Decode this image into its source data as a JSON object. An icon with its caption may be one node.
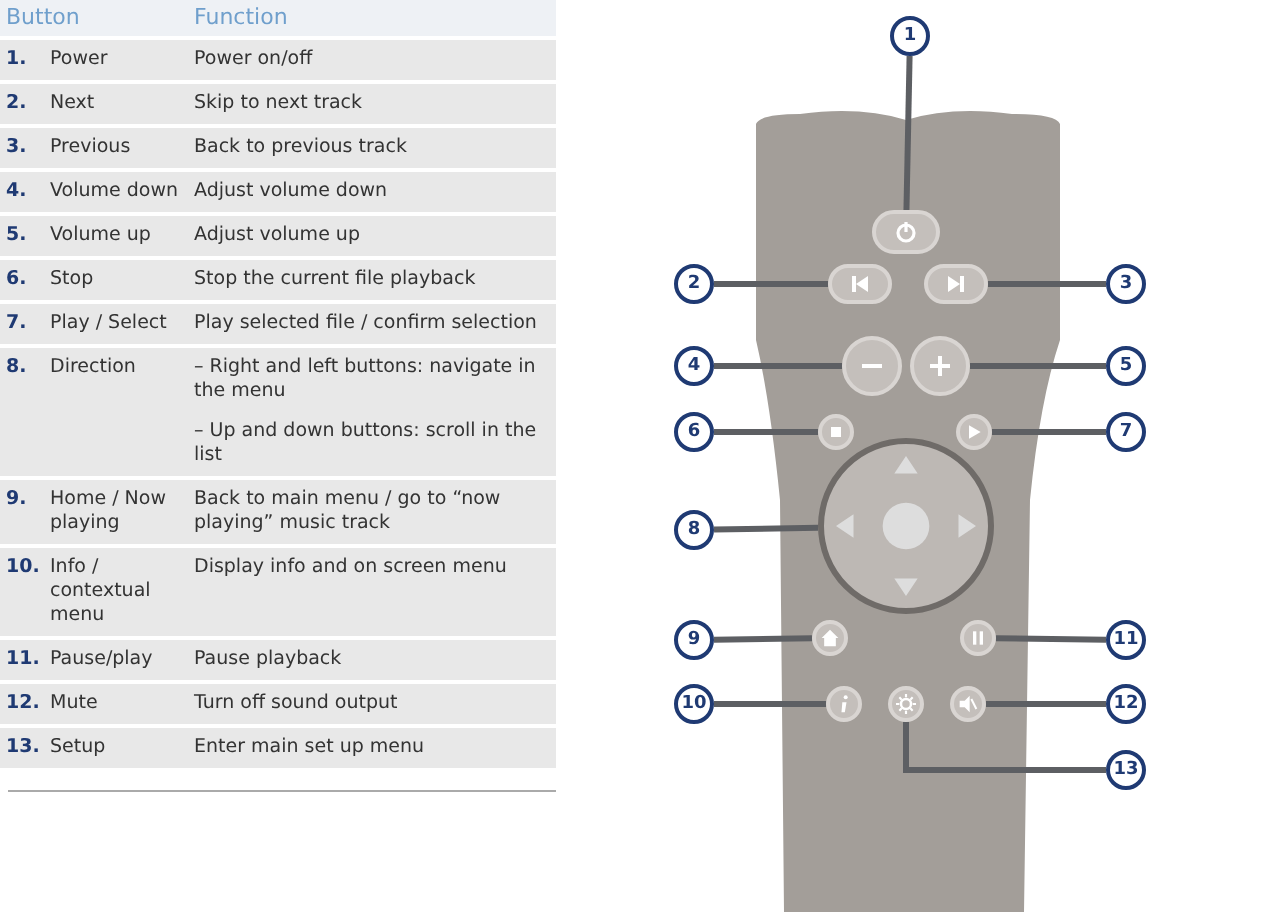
{
  "diagram": {
    "nodes": [
      {
        "text": [
          "1"
        ]
      },
      {
        "text": [
          "2"
        ]
      },
      {
        "text": [
          "3"
        ]
      },
      {
        "text": [
          "4"
        ]
      },
      {
        "text": [
          "5"
        ]
      },
      {
        "text": [
          "6"
        ]
      },
      {
        "text": [
          "7"
        ]
      },
      {
        "text": [
          "8"
        ]
      },
      {
        "text": [
          "9"
        ]
      },
      {
        "text": [
          "10"
        ]
      },
      {
        "text": [
          "11"
        ]
      },
      {
        "text": [
          "12"
        ]
      },
      {
        "text": [
          "13"
        ]
      },
      {
        "text": [],
        "shape": "oval"
      },
      {
        "text": [],
        "shape": "oval"
      },
      {
        "text": [],
        "shape": "oval"
      },
      {
        "text": [],
        "shape": "circle"
      },
      {
        "text": [],
        "shape": "circle"
      },
      {
        "text": [],
        "shape": "circle"
      },
      {
        "text": [],
        "shape": "circle"
      },
      {
        "text": [],
        "shape": "circle"
      },
      {
        "text": [],
        "shape": "circle"
      },
      {
        "text": [],
        "shape": "circle"
      },
      {
        "text": [],
        "shape": "circle"
      },
      {
        "text": [],
        "shape": "circle"
      },
      {
        "text": [],
        "shape": "circle"
      }
    ],
    "edges": [
      {
        "from": 0,
        "to": 13,
        "arrow": "none"
      },
      {
        "from": 1,
        "to": 14,
        "arrow": "none"
      },
      {
        "from": 2,
        "to": 15,
        "arrow": "none"
      },
      {
        "from": 3,
        "to": 16,
        "arrow": "none"
      },
      {
        "from": 4,
        "to": 17,
        "arrow": "none"
      },
      {
        "from": 5,
        "to": 18,
        "arrow": "none"
      },
      {
        "from": 6,
        "to": 19,
        "arrow": "none"
      },
      {
        "from": 7,
        "to": 20,
        "arrow": "none"
      },
      {
        "from": 8,
        "to": 21,
        "arrow": "none"
      },
      {
        "from": 9,
        "to": 23,
        "arrow": "none"
      },
      {
        "from": 10,
        "to": 22,
        "arrow": "none"
      },
      {
        "from": 11,
        "to": 25,
        "arrow": "none"
      },
      {
        "from": 12,
        "to": 24,
        "arrow": "none"
      }
    ],
    "labels": [
      "Button",
      "Function",
      "1.",
      "Power",
      "Power on/off",
      "2.",
      "Next",
      "Skip to next track",
      "3.",
      "Previous",
      "Back to previous track",
      "4.",
      "Volume down",
      "Adjust volume down",
      "5.",
      "Volume up",
      "Adjust volume up",
      "6.",
      "Stop",
      "Stop the current file playback",
      "7.",
      "Play / Select",
      "Play selected file / confirm selection",
      "8.",
      "Direction",
      "– Right and left buttons: navigate in the menu",
      "– Up and down buttons: scroll in the list",
      "9.",
      "Home / Now playing",
      "Back to main menu / go to “now playing” music track",
      "10.",
      "Info / contextual menu",
      "Display info and on screen menu",
      "11.",
      "Pause/play",
      "Pause playback",
      "12.",
      "Mute",
      "Turn off sound output",
      "13.",
      "Setup",
      "Enter main set up menu"
    ]
  }
}
